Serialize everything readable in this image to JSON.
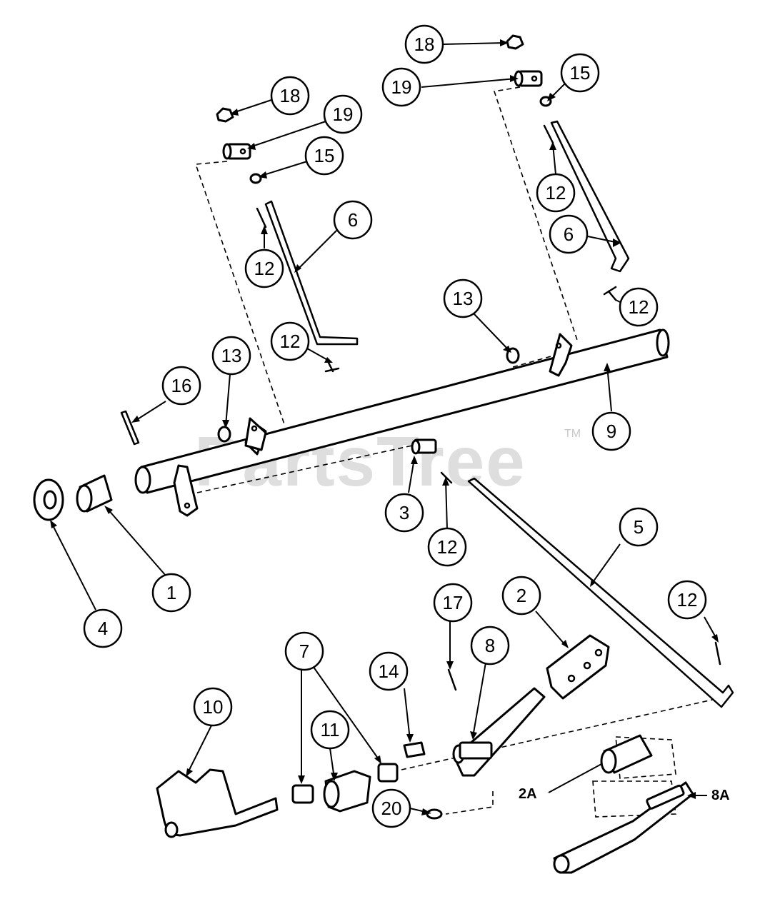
{
  "watermark": {
    "text": "PartsTree",
    "tm": "TM"
  },
  "callouts": [
    {
      "id": "c-18-right",
      "label": "18"
    },
    {
      "id": "c-19-right",
      "label": "19"
    },
    {
      "id": "c-15-right",
      "label": "15"
    },
    {
      "id": "c-18-left",
      "label": "18"
    },
    {
      "id": "c-19-left",
      "label": "19"
    },
    {
      "id": "c-15-left",
      "label": "15"
    },
    {
      "id": "c-12-right-upper",
      "label": "12"
    },
    {
      "id": "c-6-right",
      "label": "6"
    },
    {
      "id": "c-6-left",
      "label": "6"
    },
    {
      "id": "c-12-left-upper",
      "label": "12"
    },
    {
      "id": "c-12-right-mid",
      "label": "12"
    },
    {
      "id": "c-13-center",
      "label": "13"
    },
    {
      "id": "c-12-left-mid",
      "label": "12"
    },
    {
      "id": "c-13-left",
      "label": "13"
    },
    {
      "id": "c-16",
      "label": "16"
    },
    {
      "id": "c-9",
      "label": "9"
    },
    {
      "id": "c-3",
      "label": "3"
    },
    {
      "id": "c-12-lower",
      "label": "12"
    },
    {
      "id": "c-5",
      "label": "5"
    },
    {
      "id": "c-1",
      "label": "1"
    },
    {
      "id": "c-4",
      "label": "4"
    },
    {
      "id": "c-12-far-right",
      "label": "12"
    },
    {
      "id": "c-17",
      "label": "17"
    },
    {
      "id": "c-2",
      "label": "2"
    },
    {
      "id": "c-8",
      "label": "8"
    },
    {
      "id": "c-7",
      "label": "7"
    },
    {
      "id": "c-14",
      "label": "14"
    },
    {
      "id": "c-10",
      "label": "10"
    },
    {
      "id": "c-11",
      "label": "11"
    },
    {
      "id": "c-20",
      "label": "20"
    }
  ],
  "plain_labels": [
    {
      "id": "l-2a",
      "label": "2A"
    },
    {
      "id": "l-8a",
      "label": "8A"
    }
  ]
}
